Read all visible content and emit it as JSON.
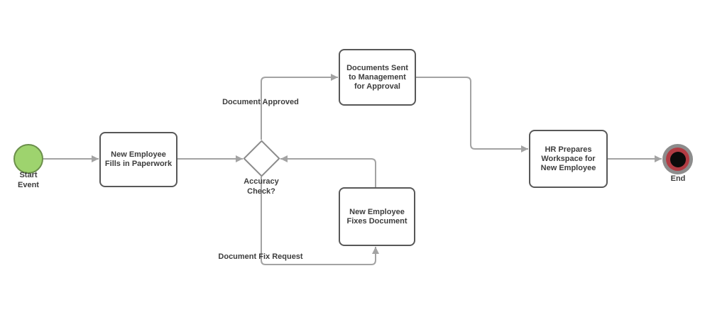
{
  "diagram": {
    "type": "bpmn-flowchart",
    "background": "#ffffff",
    "colors": {
      "connector": "#a3a3a3",
      "task_border": "#585858",
      "gateway_border": "#8a8a8a",
      "text": "#3d3d3d",
      "start_fill": "#9ed36e",
      "start_border": "#6b8f4b",
      "end_outer": "#8c8c8c",
      "end_ring": "#b13b43",
      "end_center": "#0b0b0b"
    },
    "nodes": {
      "start": {
        "type": "start-event",
        "label": "Start\nEvent"
      },
      "fill_paperwork": {
        "type": "task",
        "label": "New Employee\nFills in Paperwork"
      },
      "accuracy_check": {
        "type": "decision-gateway",
        "label": "Accuracy\nCheck?"
      },
      "send_management": {
        "type": "task",
        "label": "Documents Sent\nto Management\nfor Approval"
      },
      "fix_document": {
        "type": "task",
        "label": "New Employee\nFixes Document"
      },
      "hr_workspace": {
        "type": "task",
        "label": "HR Prepares\nWorkspace for\nNew Employee"
      },
      "end": {
        "type": "end-event",
        "label": "End"
      }
    },
    "flows": [
      {
        "from": "Start Event",
        "to": "New Employee Fills in Paperwork",
        "label": ""
      },
      {
        "from": "New Employee Fills in Paperwork",
        "to": "Accuracy Check?",
        "label": ""
      },
      {
        "from": "Accuracy Check?",
        "to": "Documents Sent to Management for Approval",
        "label": "Document Approved"
      },
      {
        "from": "Documents Sent to Management for Approval",
        "to": "HR Prepares Workspace for New Employee",
        "label": ""
      },
      {
        "from": "Accuracy Check?",
        "to": "New Employee Fixes Document",
        "label": "Document Fix Request"
      },
      {
        "from": "New Employee Fixes Document",
        "to": "Accuracy Check?",
        "label": ""
      },
      {
        "from": "HR Prepares Workspace for New Employee",
        "to": "End",
        "label": ""
      }
    ]
  }
}
